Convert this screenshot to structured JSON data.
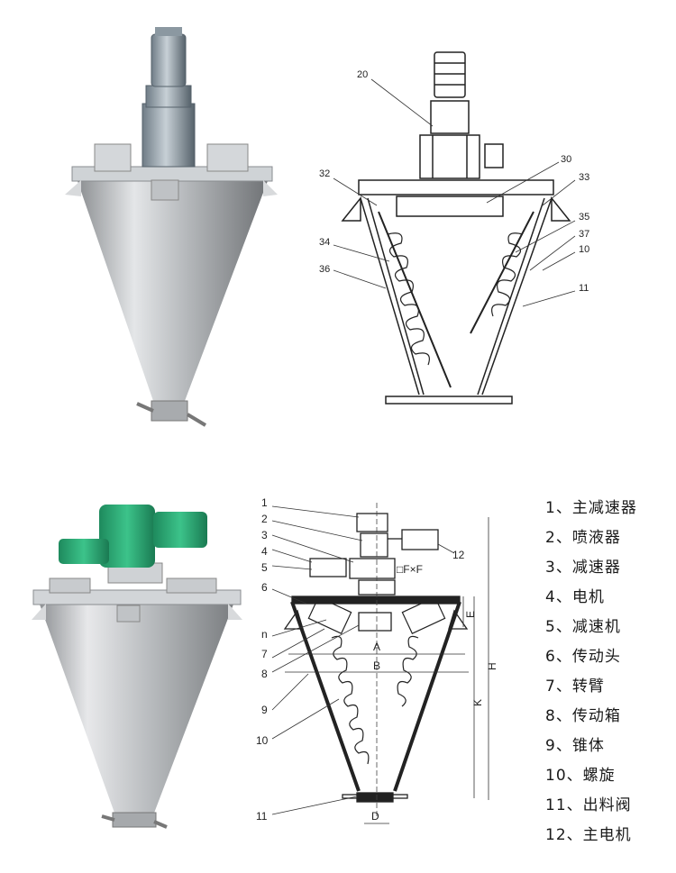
{
  "top_diagram": {
    "callouts": [
      "20",
      "30",
      "32",
      "33",
      "34",
      "35",
      "36",
      "37",
      "10",
      "11"
    ]
  },
  "bottom_diagram": {
    "callouts": [
      "1",
      "2",
      "3",
      "4",
      "5",
      "6",
      "n",
      "7",
      "8",
      "9",
      "10",
      "11",
      "12"
    ],
    "dimensions": {
      "flange": "□F×F",
      "a": "A",
      "b": "B",
      "e": "E",
      "h": "H",
      "k": "K",
      "d": "D"
    }
  },
  "legend": {
    "items": [
      "1、主减速器",
      "2、喷液器",
      "3、减速器",
      "4、电机",
      "5、减速机",
      "6、传动头",
      "7、转臂",
      "8、传动箱",
      "9、锥体",
      "10、螺旋",
      "11、出料阀",
      "12、主电机"
    ]
  }
}
